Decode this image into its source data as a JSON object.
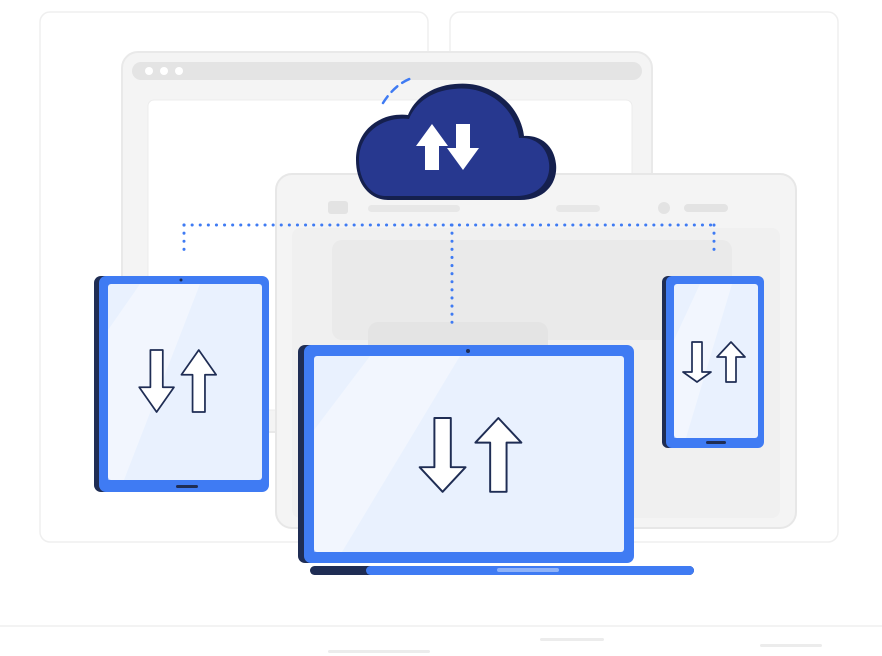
{
  "palette": {
    "background": "#ffffff",
    "card_border": "#efefef",
    "browser_frame": "#f1f1f1",
    "browser_frame_stroke": "#e6e6e6",
    "placeholder_gray": "#e3e3e3",
    "device_blue": "#3f7bf3",
    "device_dark": "#1f2d54",
    "screen_fill": "#e9f1fe",
    "cloud_fill": "#27388f",
    "cloud_outline": "#15204e",
    "connector_dots": "#3f7bf3",
    "arrow_outline": "#1f2d54",
    "arrow_fill_on_cloud": "#ffffff"
  },
  "icons": {
    "cloud": "cloud-sync-icon",
    "sync_arrows": "up-down-arrows-icon"
  },
  "devices": [
    "tablet",
    "laptop",
    "phone"
  ]
}
